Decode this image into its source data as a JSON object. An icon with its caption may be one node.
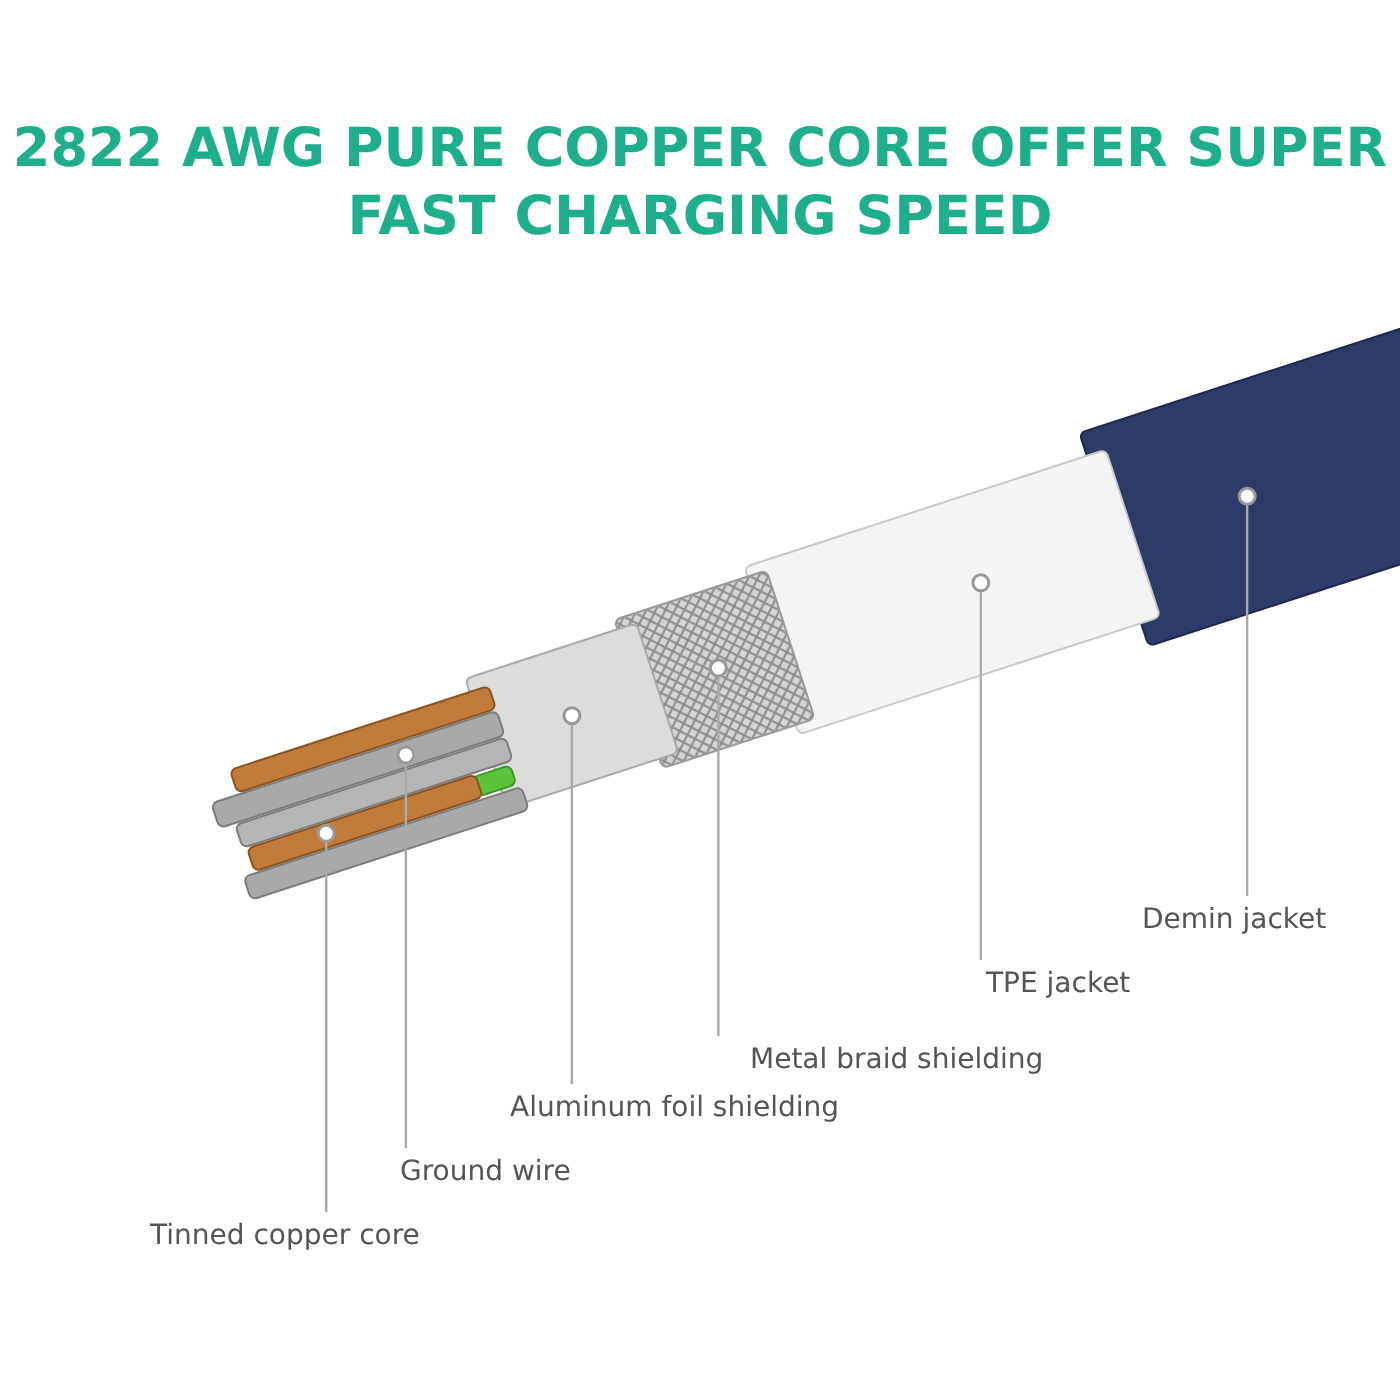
{
  "diagram": {
    "title": "2822 AWG PURE COPPER CORE OFFER SUPER FAST CHARGING SPEED",
    "nodes": [
      {
        "text": [
          "Demin jacket"
        ]
      },
      {
        "text": [
          "TPE jacket"
        ]
      },
      {
        "text": [
          "Metal braid shielding"
        ]
      },
      {
        "text": [
          "Aluminum foil shielding"
        ]
      },
      {
        "text": [
          "Ground wire"
        ]
      },
      {
        "text": [
          "Tinned copper core"
        ]
      },
      {
        "text": [],
        "shape": "picture"
      },
      {
        "text": [],
        "shape": "picture"
      },
      {
        "text": [],
        "shape": "picture"
      },
      {
        "text": [],
        "shape": "picture"
      },
      {
        "text": [],
        "shape": "picture"
      },
      {
        "text": [],
        "shape": "picture"
      }
    ],
    "edges": [
      {
        "from": 0,
        "to": 11,
        "arrow": "other"
      },
      {
        "from": 1,
        "to": 10,
        "arrow": "other"
      },
      {
        "from": 2,
        "to": 9,
        "arrow": "other"
      },
      {
        "from": 3,
        "to": 8,
        "arrow": "other"
      },
      {
        "from": 4,
        "to": 7,
        "arrow": "other"
      },
      {
        "from": 5,
        "to": 6,
        "arrow": "other"
      }
    ]
  }
}
